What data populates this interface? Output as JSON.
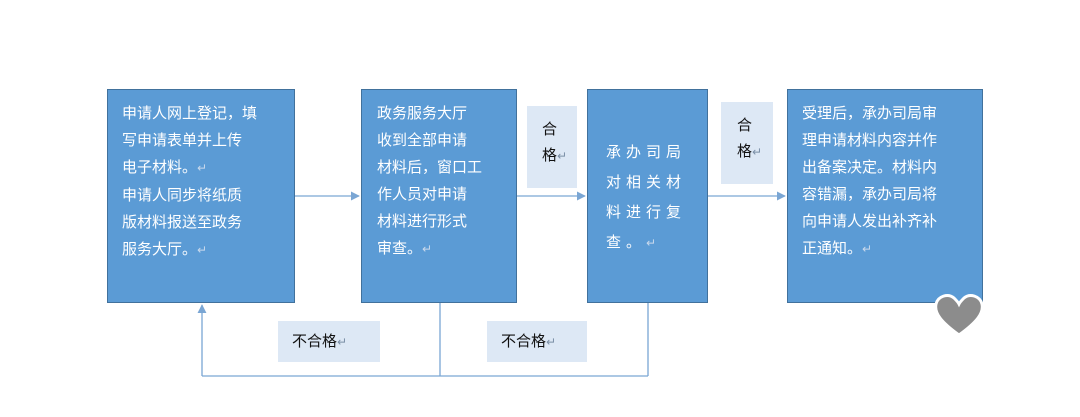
{
  "boxes": [
    {
      "id": "online-registration",
      "lines": [
        "申请人网上登记，填",
        "写申请表单并上传",
        "电子材料。",
        "申请人同步将纸质",
        "版材料报送至政务",
        "服务大厅。"
      ]
    },
    {
      "id": "service-hall-review",
      "lines": [
        "政务服务大厅",
        "收到全部申请",
        "材料后，窗口工",
        "作人员对申请",
        "材料进行形式",
        "审查。"
      ]
    },
    {
      "id": "department-recheck",
      "lines": [
        "承办司局",
        "对相关材",
        "料进行复",
        "查。"
      ]
    },
    {
      "id": "filing-decision",
      "lines": [
        "受理后，承办司局审",
        "理申请材料内容并作",
        "出备案决定。材料内",
        "容错漏，承办司局将",
        "向申请人发出补齐补",
        "正通知。"
      ]
    }
  ],
  "labels": {
    "pass_1": [
      "合",
      "格"
    ],
    "pass_2": [
      "合",
      "格"
    ],
    "fail_1": "不合格",
    "fail_2": "不合格"
  },
  "paragraph_mark": "↵",
  "colors": {
    "box_fill": "#5b9bd5",
    "box_border": "#41719c",
    "connector": "#7aa6d4",
    "tag_fill": "#dde8f5",
    "heart": "#8c8c8c"
  },
  "icons": {
    "corner_badge": "heart-icon"
  }
}
